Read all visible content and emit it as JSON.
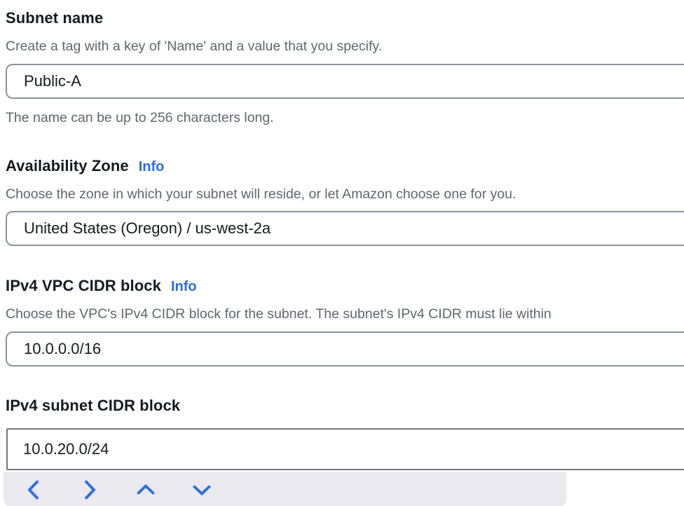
{
  "colors": {
    "page_bg": "#ffffff",
    "heading": "#131a22",
    "body": "#5f6670",
    "link": "#2b6ce3",
    "input_border": "#8b919b",
    "input_text": "#16191f",
    "input2_border": "#75757e",
    "bar_bg": "#e9e9ef",
    "chevron": "#2e6ce0"
  },
  "form": {
    "fields": [
      {
        "label": "Subnet name",
        "description": "Create a tag with a key of 'Name' and a value that you specify.",
        "value": "Public-A",
        "hint": "The name can be up to 256 characters long."
      },
      {
        "label": "Availability Zone",
        "info_label": "Info",
        "description": "Choose the zone in which your subnet will reside, or let Amazon choose one for you.",
        "value": "United States (Oregon) / us-west-2a"
      },
      {
        "label": "IPv4 VPC CIDR block",
        "info_label": "Info",
        "description": "Choose the VPC's IPv4 CIDR block for the subnet. The subnet's IPv4 CIDR must lie within",
        "value": "10.0.0.0/16"
      },
      {
        "label": "IPv4 subnet CIDR block",
        "value": "10.0.20.0/24"
      }
    ]
  },
  "keyboard_accessory": {
    "buttons": [
      {
        "name": "move-cursor-left",
        "icon": "chevron-left-icon"
      },
      {
        "name": "move-cursor-right",
        "icon": "chevron-right-icon"
      },
      {
        "name": "move-focus-up",
        "icon": "chevron-up-icon"
      },
      {
        "name": "move-focus-down",
        "icon": "chevron-down-icon"
      }
    ]
  }
}
